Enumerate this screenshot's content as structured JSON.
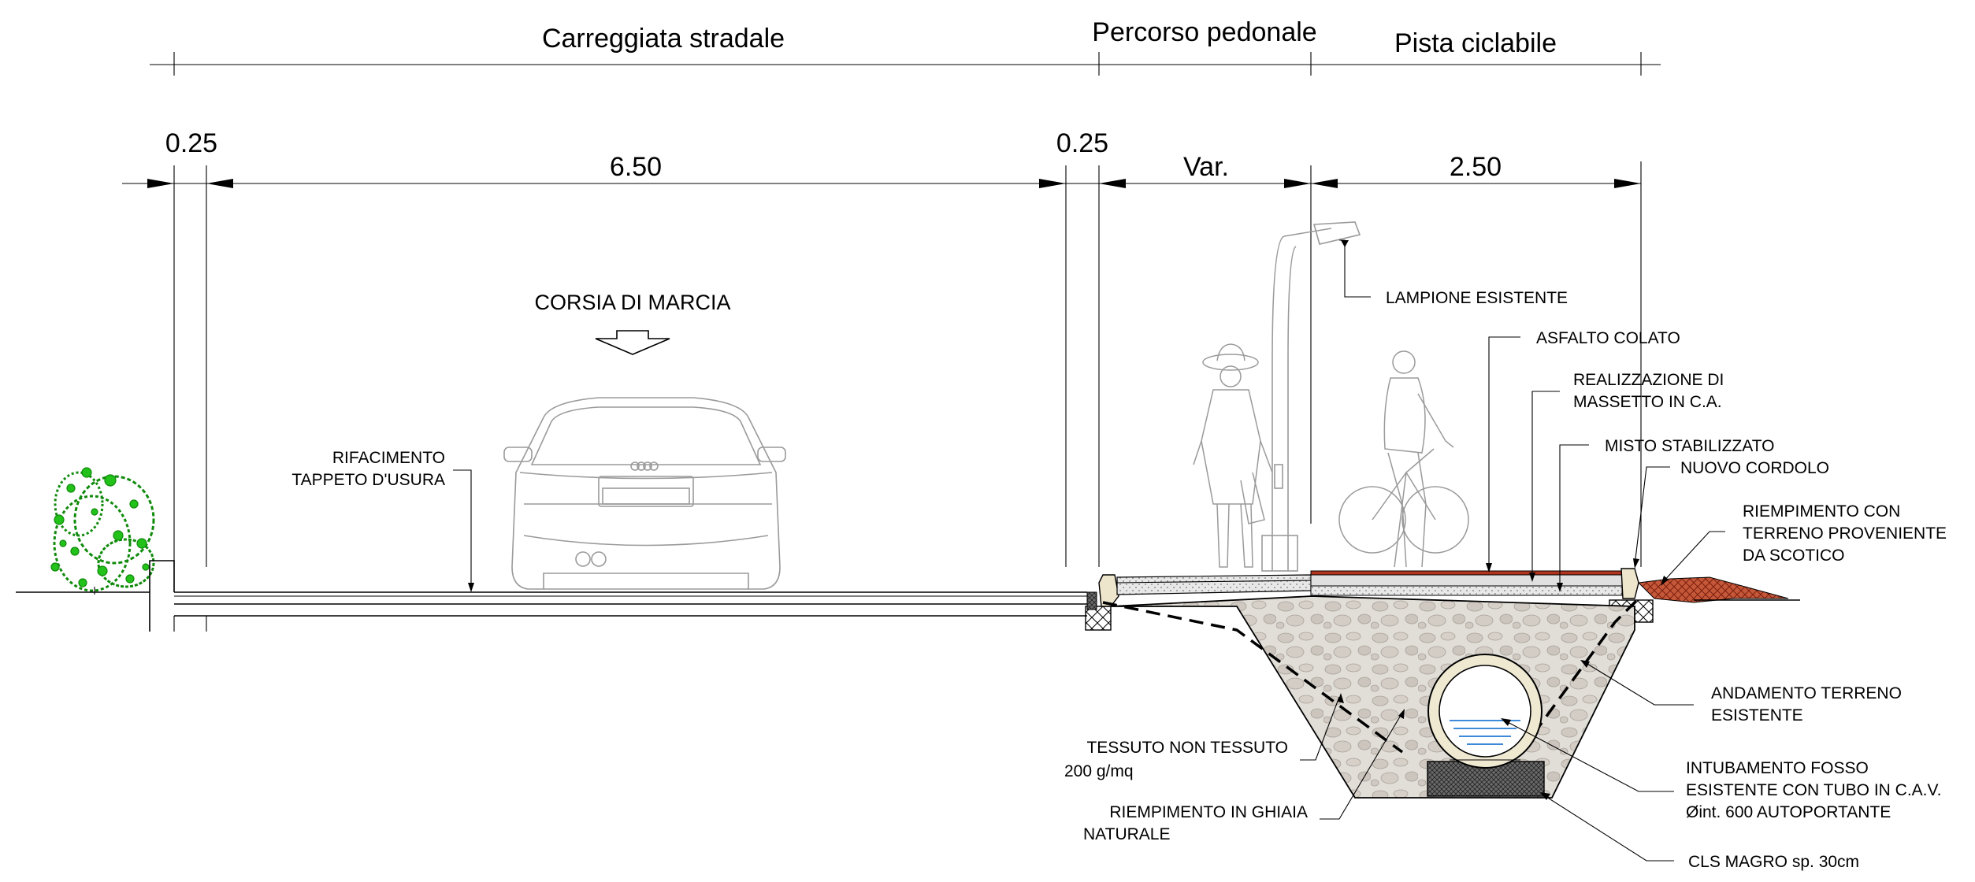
{
  "headers": {
    "carriageway": "Carreggiata stradale",
    "pedestrian": "Percorso pedonale",
    "cycle": "Pista ciclabile"
  },
  "dimensions": {
    "d1": "0.25",
    "d2": "6.50",
    "d3": "0.25",
    "d4": "Var.",
    "d5": "2.50"
  },
  "labels": {
    "lane": "CORSIA DI MARCIA",
    "resurfacing_1": "RIFACIMENTO",
    "resurfacing_2": "TAPPETO D'USURA",
    "lamp": "LAMPIONE ESISTENTE",
    "asphalt": "ASFALTO COLATO",
    "screed_1": "REALIZZAZIONE DI",
    "screed_2": "MASSETTO IN C.A.",
    "stabilized": "MISTO STABILIZZATO",
    "curb": "NUOVO CORDOLO",
    "fill_1": "RIEMPIMENTO CON",
    "fill_2": "TERRENO PROVENIENTE",
    "fill_3": "DA SCOTICO",
    "ground_1": "ANDAMENTO TERRENO",
    "ground_2": "ESISTENTE",
    "geotextile_1": "TESSUTO NON TESSUTO",
    "geotextile_2": "200 g/mq",
    "gravel_1": "RIEMPIMENTO IN GHIAIA",
    "gravel_2": "NATURALE",
    "pipe_1": "INTUBAMENTO FOSSO",
    "pipe_2": "ESISTENTE CON TUBO IN C.A.V.",
    "pipe_3": "Øint. 600 AUTOPORTANTE",
    "lean_concrete": "CLS MAGRO sp. 30cm"
  },
  "car_badge": "",
  "colors": {
    "line": "#000000",
    "faint": "#9a9a9a",
    "bush": "#22c21a",
    "asphalt_red": "#b0341e",
    "gravel": "#ddd9d3",
    "water": "#3d8ad8"
  }
}
